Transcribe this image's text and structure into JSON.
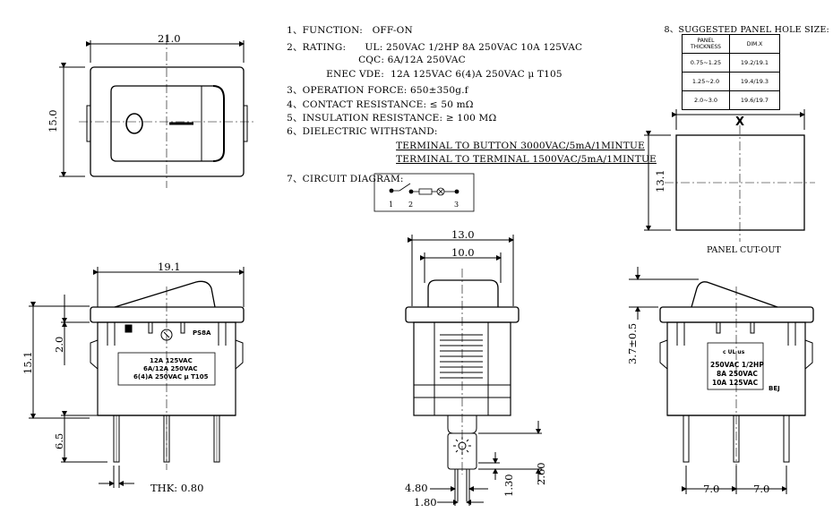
{
  "specs": {
    "function": {
      "num": "1",
      "label": "FUNCTION:",
      "value": "OFF-ON"
    },
    "rating": {
      "num": "2",
      "label": "RATING:",
      "ul_prefix": "UL:",
      "ul_value": "250VAC 1/2HP 8A 250VAC 10A 125VAC",
      "cqc_prefix": "CQC:",
      "cqc_value": "6A/12A 250VAC",
      "enec_prefix": "ENEC VDE:",
      "enec_value": "12A 125VAC 6(4)A 250VAC μ T105"
    },
    "operation_force": {
      "num": "3",
      "label": "OPERATION FORCE:",
      "value": "650±350g.f"
    },
    "contact_resistance": {
      "num": "4",
      "label": "CONTACT RESISTANCE:",
      "value": "≤ 50 mΩ"
    },
    "insulation_resistance": {
      "num": "5",
      "label": "INSULATION RESISTANCE:",
      "value": "≥ 100 MΩ"
    },
    "dielectric": {
      "num": "6",
      "label": "DIELECTRIC WITHSTAND:",
      "line1": "TERMINAL TO BUTTON 3000VAC/5mA/1MINTUE",
      "line2": "TERMINAL TO TERMINAL 1500VAC/5mA/1MINTUE"
    },
    "circuit": {
      "num": "7",
      "label": "CIRCUIT DIAGRAM:",
      "terminals": [
        "1",
        "2",
        "3"
      ]
    }
  },
  "panel": {
    "num": "8",
    "title": "SUGGESTED PANEL HOLE SIZE:",
    "header_thickness_1": "PANEL",
    "header_thickness_2": "THICKNESS",
    "header_dim": "DIM.X",
    "rows": [
      {
        "thickness": "0.75~1.25",
        "dim": "19.2/19.1"
      },
      {
        "thickness": "1.25~2.0",
        "dim": "19.4/19.3"
      },
      {
        "thickness": "2.0~3.0",
        "dim": "19.6/19.7"
      }
    ],
    "cutout_label": "PANEL CUT-OUT",
    "x_label": "X",
    "height_dim": "13.1"
  },
  "top_view": {
    "width_dim": "21.0",
    "height_dim": "15.0",
    "off_symbol": "O",
    "on_symbol": "I"
  },
  "front_view": {
    "width_dim": "19.1",
    "height_dim": "15.1",
    "top_dim": "2.0",
    "pin_dim": "6.5",
    "thk_label": "THK: 0.80",
    "model": "PS8A",
    "label_line1": "12A 125VAC",
    "label_line2": "6A/12A 250VAC",
    "label_line3": "6(4)A 250VAC μ T105"
  },
  "side_view": {
    "width_dim": "13.0",
    "inner_dim": "10.0",
    "dim_480": "4.80",
    "dim_180": "1.80",
    "dim_130": "1.30",
    "dim_260": "2.60"
  },
  "back_view": {
    "height_dim": "3.7±0.5",
    "pitch_left": "7.0",
    "pitch_right": "7.0",
    "label_line1": "250VAC 1/2HP",
    "label_line2": "8A 250VAC",
    "label_line3": "10A 125VAC",
    "brand": "BEJ",
    "cert": "c UL us"
  }
}
